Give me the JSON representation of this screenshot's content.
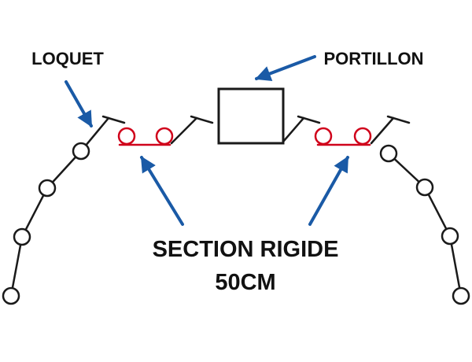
{
  "labels": {
    "latch": "LOQUET",
    "gate": "PORTILLON",
    "rigid_section_line1": "SECTION RIGIDE",
    "rigid_section_line2": "50CM"
  },
  "colors": {
    "structure": "#1a1a1a",
    "rigid_section": "#d0021b",
    "arrow": "#1a5aa6",
    "background": "#ffffff"
  }
}
